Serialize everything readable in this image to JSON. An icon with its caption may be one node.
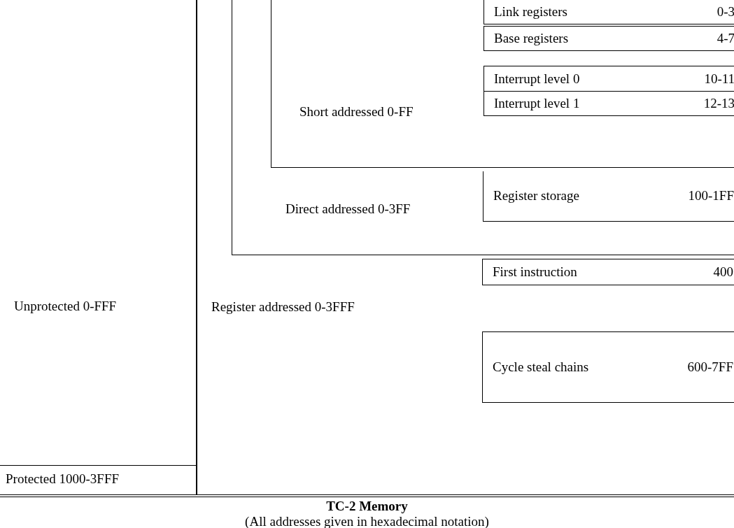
{
  "diagram": {
    "title": "TC-2 Memory",
    "caption": "(All addresses given in hexadecimal notation)",
    "nodes": [
      {
        "text": [
          "Unprotected 0-FFF"
        ]
      },
      {
        "text": [
          "Protected 1000-3FFF"
        ]
      },
      {
        "text": [
          "Register addressed  0-3FFF"
        ]
      },
      {
        "text": [
          "Direct addressed 0-3FF"
        ],
        "in": 2
      },
      {
        "text": [
          "Short addressed 0-FF"
        ],
        "in": 3
      },
      {
        "text": [
          "Link registers",
          "0-3"
        ],
        "in": 4
      },
      {
        "text": [
          "Base registers",
          "4-7"
        ],
        "in": 4
      },
      {
        "text": [
          "Interrupt level 0",
          "10-11"
        ],
        "in": 4
      },
      {
        "text": [
          "Interrupt level 1",
          "12-13"
        ],
        "in": 4
      },
      {
        "text": [
          "Register storage",
          "100-1FF"
        ],
        "in": 3
      },
      {
        "text": [
          "First instruction",
          "400"
        ],
        "in": 2
      },
      {
        "text": [
          "Cycle steal chains",
          "600-7FF"
        ],
        "in": 2
      }
    ]
  }
}
